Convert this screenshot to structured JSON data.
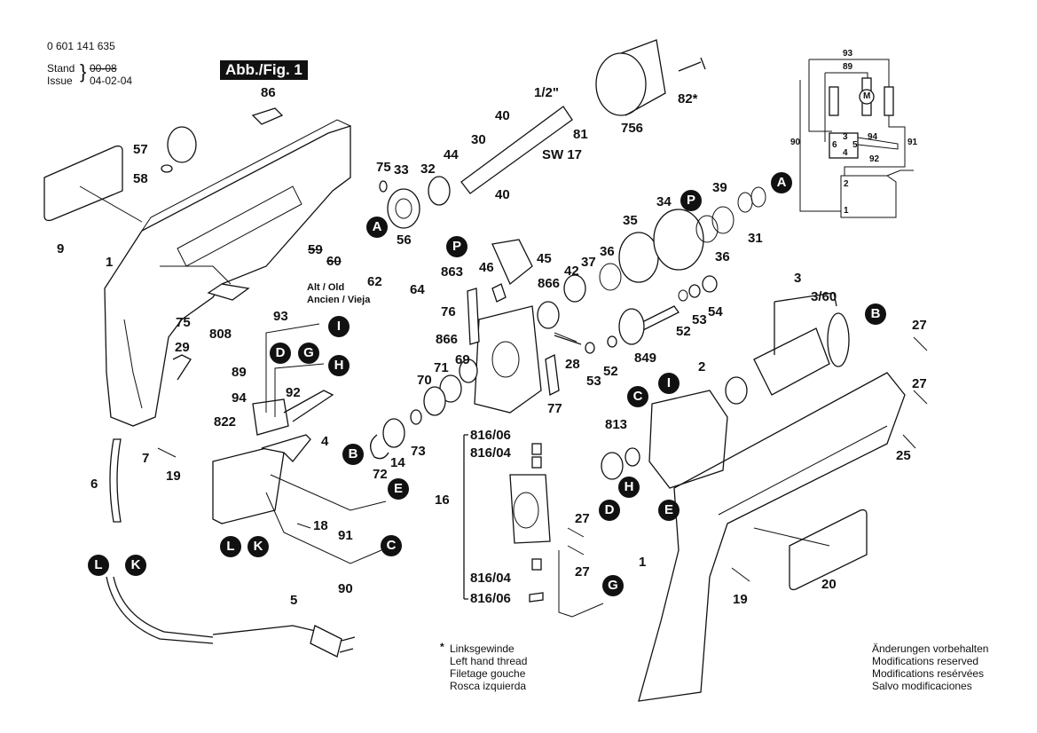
{
  "header": {
    "part_number": "0 601 141 635",
    "stand_label": "Stand",
    "issue_label": "Issue",
    "stand_value_struck": "00-08",
    "issue_value": "04-02-04",
    "figure_label": "Abb./Fig. 1"
  },
  "footnote": {
    "asterisk": "*",
    "lines": [
      "Linksgewinde",
      "Left hand thread",
      "Filetage gouche",
      "Rosca izquierda"
    ]
  },
  "disclaimer": {
    "lines": [
      "Änderungen vorbehalten",
      "Modifications reserved",
      "Modifications resérvées",
      "Salvo modificaciones"
    ]
  },
  "old_parts_note": {
    "line1": "Alt / Old",
    "line2": "Ancien / Vieja"
  },
  "part_labels": [
    {
      "id": "p86",
      "text": "86"
    },
    {
      "id": "p57",
      "text": "57"
    },
    {
      "id": "p58",
      "text": "58"
    },
    {
      "id": "p9",
      "text": "9"
    },
    {
      "id": "p1a",
      "text": "1"
    },
    {
      "id": "p75a",
      "text": "75"
    },
    {
      "id": "p75b",
      "text": "75"
    },
    {
      "id": "p33",
      "text": "33"
    },
    {
      "id": "p32",
      "text": "32"
    },
    {
      "id": "p44",
      "text": "44"
    },
    {
      "id": "p30",
      "text": "30"
    },
    {
      "id": "p40a",
      "text": "40"
    },
    {
      "id": "p40b",
      "text": "40"
    },
    {
      "id": "p12",
      "text": "1/2\""
    },
    {
      "id": "pSW",
      "text": "SW 17"
    },
    {
      "id": "p81",
      "text": "81"
    },
    {
      "id": "p756",
      "text": "756"
    },
    {
      "id": "p82",
      "text": "82*"
    },
    {
      "id": "p59",
      "text": "59"
    },
    {
      "id": "p60",
      "text": "60"
    },
    {
      "id": "p62",
      "text": "62"
    },
    {
      "id": "p56",
      "text": "56"
    },
    {
      "id": "p64",
      "text": "64"
    },
    {
      "id": "p863",
      "text": "863"
    },
    {
      "id": "p808",
      "text": "808"
    },
    {
      "id": "p29",
      "text": "29"
    },
    {
      "id": "p93",
      "text": "93"
    },
    {
      "id": "p89",
      "text": "89"
    },
    {
      "id": "p94",
      "text": "94"
    },
    {
      "id": "p92",
      "text": "92"
    },
    {
      "id": "p822",
      "text": "822"
    },
    {
      "id": "p4",
      "text": "4"
    },
    {
      "id": "p7",
      "text": "7"
    },
    {
      "id": "p19a",
      "text": "19"
    },
    {
      "id": "p6",
      "text": "6"
    },
    {
      "id": "p18",
      "text": "18"
    },
    {
      "id": "p91",
      "text": "91"
    },
    {
      "id": "p90",
      "text": "90"
    },
    {
      "id": "p5",
      "text": "5"
    },
    {
      "id": "p45",
      "text": "45"
    },
    {
      "id": "p46",
      "text": "46"
    },
    {
      "id": "p76",
      "text": "76"
    },
    {
      "id": "p866a",
      "text": "866"
    },
    {
      "id": "p866b",
      "text": "866"
    },
    {
      "id": "p42",
      "text": "42"
    },
    {
      "id": "p37",
      "text": "37"
    },
    {
      "id": "p36a",
      "text": "36"
    },
    {
      "id": "p36b",
      "text": "36"
    },
    {
      "id": "p35",
      "text": "35"
    },
    {
      "id": "p34",
      "text": "34"
    },
    {
      "id": "p39",
      "text": "39"
    },
    {
      "id": "p31",
      "text": "31"
    },
    {
      "id": "p28",
      "text": "28"
    },
    {
      "id": "p53a",
      "text": "53"
    },
    {
      "id": "p52a",
      "text": "52"
    },
    {
      "id": "p849",
      "text": "849"
    },
    {
      "id": "p52b",
      "text": "52"
    },
    {
      "id": "p53b",
      "text": "53"
    },
    {
      "id": "p54",
      "text": "54"
    },
    {
      "id": "p77",
      "text": "77"
    },
    {
      "id": "p69",
      "text": "69"
    },
    {
      "id": "p71",
      "text": "71"
    },
    {
      "id": "p70",
      "text": "70"
    },
    {
      "id": "p73",
      "text": "73"
    },
    {
      "id": "p14",
      "text": "14"
    },
    {
      "id": "p72",
      "text": "72"
    },
    {
      "id": "p81606a",
      "text": "816/06"
    },
    {
      "id": "p81604a",
      "text": "816/04"
    },
    {
      "id": "p16",
      "text": "16"
    },
    {
      "id": "p81604b",
      "text": "816/04"
    },
    {
      "id": "p81606b",
      "text": "816/06"
    },
    {
      "id": "p27a",
      "text": "27"
    },
    {
      "id": "p27b",
      "text": "27"
    },
    {
      "id": "p813",
      "text": "813"
    },
    {
      "id": "p2",
      "text": "2"
    },
    {
      "id": "p3",
      "text": "3"
    },
    {
      "id": "p360",
      "text": "3/60"
    },
    {
      "id": "p27c",
      "text": "27"
    },
    {
      "id": "p27d",
      "text": "27"
    },
    {
      "id": "p25",
      "text": "25"
    },
    {
      "id": "p1b",
      "text": "1"
    },
    {
      "id": "p19b",
      "text": "19"
    },
    {
      "id": "p20",
      "text": "20"
    }
  ],
  "callouts": [
    {
      "id": "cA1",
      "letter": "A"
    },
    {
      "id": "cA2",
      "letter": "A"
    },
    {
      "id": "cP1",
      "letter": "P"
    },
    {
      "id": "cP2",
      "letter": "P"
    },
    {
      "id": "cI1",
      "letter": "I"
    },
    {
      "id": "cD1",
      "letter": "D"
    },
    {
      "id": "cG1",
      "letter": "G"
    },
    {
      "id": "cH1",
      "letter": "H"
    },
    {
      "id": "cB1",
      "letter": "B"
    },
    {
      "id": "cE1",
      "letter": "E"
    },
    {
      "id": "cC1",
      "letter": "C"
    },
    {
      "id": "cL1",
      "letter": "L"
    },
    {
      "id": "cK1",
      "letter": "K"
    },
    {
      "id": "cL2",
      "letter": "L"
    },
    {
      "id": "cK2",
      "letter": "K"
    },
    {
      "id": "cB2",
      "letter": "B"
    },
    {
      "id": "cC2",
      "letter": "C"
    },
    {
      "id": "cI2",
      "letter": "I"
    },
    {
      "id": "cH2",
      "letter": "H"
    },
    {
      "id": "cD2",
      "letter": "D"
    },
    {
      "id": "cE2",
      "letter": "E"
    },
    {
      "id": "cG2",
      "letter": "G"
    }
  ],
  "schematic": {
    "wire_labels": [
      "93",
      "89",
      "90",
      "91",
      "94",
      "92"
    ],
    "terminal_labels": [
      "3",
      "6",
      "5",
      "4",
      "2",
      "1"
    ],
    "motor_label": "M"
  }
}
